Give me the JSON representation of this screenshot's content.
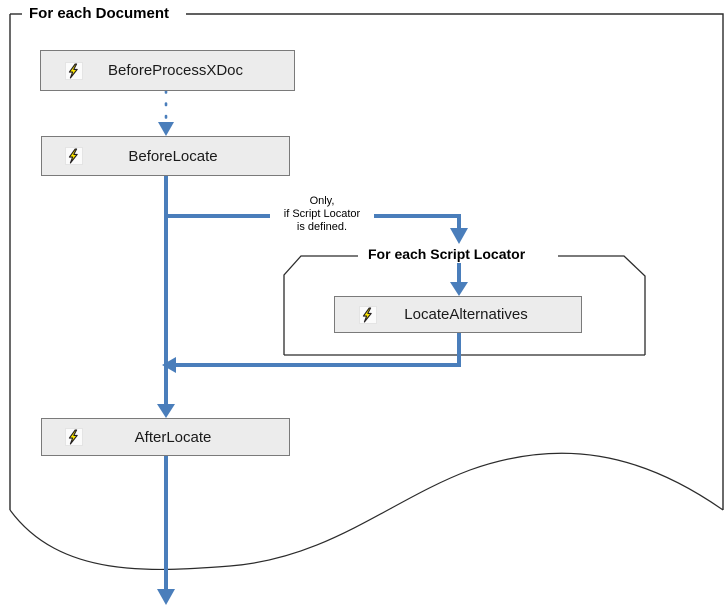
{
  "diagram": {
    "title": "For each Document",
    "outer_group": {
      "label": "For each Document",
      "style": "bracket-frame-with-torn-bottom"
    },
    "inner_group": {
      "label": "For each Script Locator",
      "style": "cut-corner-frame"
    },
    "activities": [
      {
        "id": "beforeprocessxdoc",
        "label": "BeforeProcessXDoc",
        "icon": "lightning-bolt-icon"
      },
      {
        "id": "beforelocate",
        "label": "BeforeLocate",
        "icon": "lightning-bolt-icon"
      },
      {
        "id": "locatealternatives",
        "label": "LocateAlternatives",
        "icon": "lightning-bolt-icon"
      },
      {
        "id": "afterlocate",
        "label": "AfterLocate",
        "icon": "lightning-bolt-icon"
      }
    ],
    "annotation": {
      "line1": "Only,",
      "line2": "if Script Locator",
      "line3": "is defined."
    },
    "colors": {
      "flow_blue": "#4a7ebb",
      "box_fill": "#ececec",
      "box_border": "#7a7a7a",
      "frame_line": "#2b2b2b",
      "bolt_yellow": "#ffe800",
      "bolt_outline": "#231f20",
      "text": "#1a1a1a"
    }
  }
}
